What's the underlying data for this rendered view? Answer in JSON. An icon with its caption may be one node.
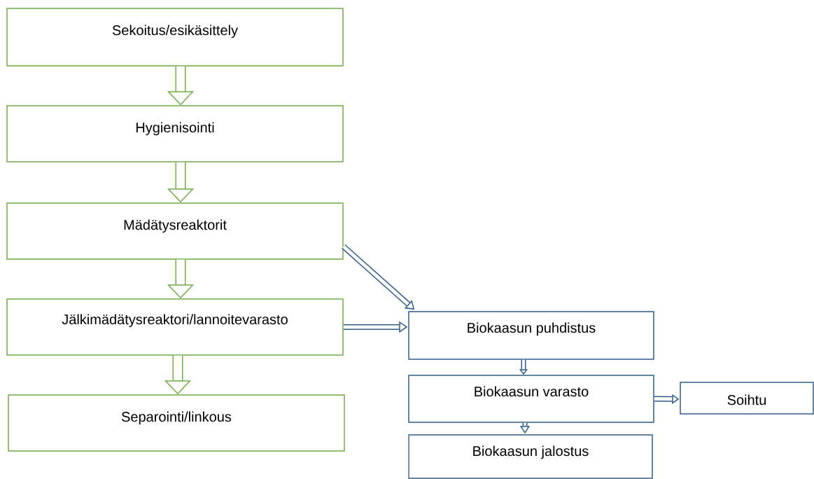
{
  "diagram": {
    "nodes": [
      {
        "text": [
          "Sekoitus/esikäsittely"
        ]
      },
      {
        "text": [
          "Hygienisointi"
        ]
      },
      {
        "text": [
          "Mädätysreaktorit"
        ]
      },
      {
        "text": [
          "Jälkimädätysreaktori/lannoitevarasto"
        ]
      },
      {
        "text": [
          "Separointi/linkous"
        ]
      },
      {
        "text": [
          "Biokaasun puhdistus"
        ]
      },
      {
        "text": [
          "Biokaasun varasto"
        ]
      },
      {
        "text": [
          "Soihtu"
        ]
      },
      {
        "text": [
          "Biokaasun jalostus"
        ]
      }
    ],
    "edges": [
      {
        "from": 0,
        "to": 1,
        "arrow": "to",
        "style": "thick"
      },
      {
        "from": 1,
        "to": 2,
        "arrow": "to",
        "style": "thick"
      },
      {
        "from": 2,
        "to": 3,
        "arrow": "to",
        "style": "thick"
      },
      {
        "from": 3,
        "to": 4,
        "arrow": "to",
        "style": "thick"
      },
      {
        "from": 2,
        "to": 5,
        "arrow": "to",
        "color": "#2f5d8c"
      },
      {
        "from": 3,
        "to": 5,
        "arrow": "to",
        "color": "#2f5d8c"
      },
      {
        "from": 5,
        "to": 6,
        "arrow": "to",
        "color": "#2f5d8c"
      },
      {
        "from": 6,
        "to": 8,
        "arrow": "to",
        "color": "#2f5d8c"
      },
      {
        "from": 6,
        "to": 7,
        "arrow": "to",
        "color": "#2f5d8c"
      }
    ]
  }
}
